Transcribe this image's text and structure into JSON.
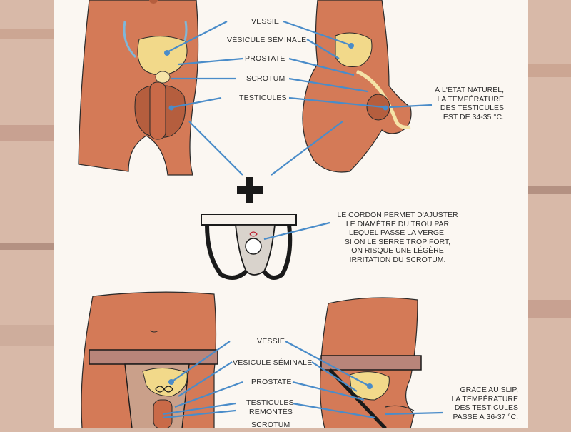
{
  "colors": {
    "skin": "#d47a57",
    "skin_dark": "#b55e3e",
    "bladder": "#f2d98a",
    "leader": "#4a8cc9",
    "paper": "#fbf7f2",
    "ink": "#222222",
    "side_band": "#cfae9c"
  },
  "top_labels": {
    "vessie": "VESSIE",
    "vesicule": "VÉSICULE SÉMINALE",
    "prostate": "PROSTATE",
    "scrotum": "SCROTUM",
    "testicules": "TESTICULES"
  },
  "top_note": "À L'ÉTAT NATUREL,\nLA TEMPÉRATURE\nDES TESTICULES\nEST DE 34-35 °C.",
  "middle_note": "LE CORDON PERMET D'AJUSTER\nLE DIAMÈTRE DU TROU PAR\nLEQUEL PASSE LA VERGE.\nSI ON LE SERRE TROP FORT,\nON RISQUE UNE LÉGÈRE\nIRRITATION DU SCROTUM.",
  "bottom_labels": {
    "vessie": "VESSIE",
    "vesicule": "VESICULE SÉMINALE",
    "prostate": "PROSTATE",
    "testicules_line1": "TESTICULES",
    "testicules_line2": "REMONTÉS",
    "scrotum": "SCROTUM"
  },
  "bottom_note": "GRÂCE AU SLIP,\nLA TEMPÉRATURE\nDES TESTICULES\nPASSE À 36-37 °C.",
  "icons": {
    "plus": "plus-icon",
    "jockstrap": "jockstrap-icon"
  }
}
